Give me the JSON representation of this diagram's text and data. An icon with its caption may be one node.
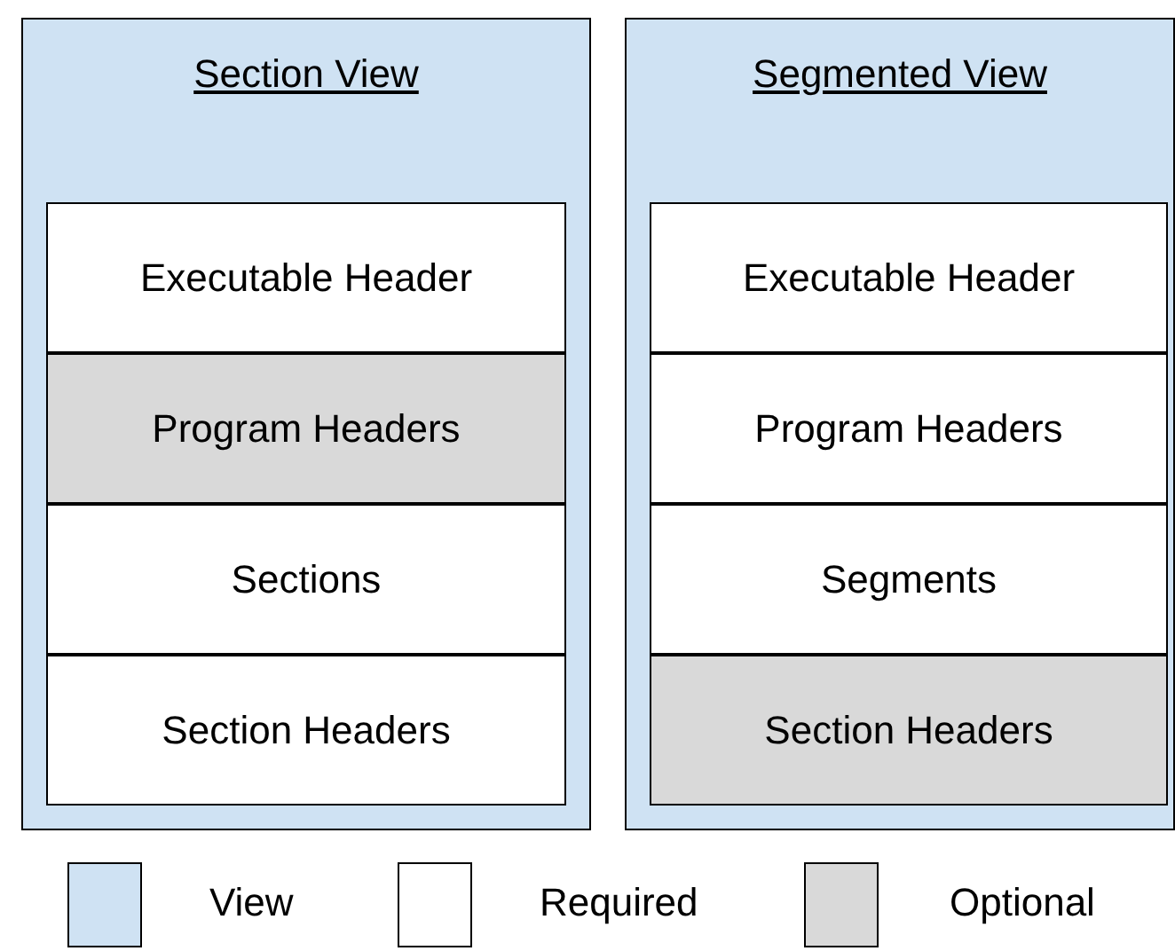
{
  "diagram": {
    "nodes": [
      {
        "text": [
          "Section View"
        ]
      },
      {
        "text": [
          "Executable Header"
        ],
        "in": 0
      },
      {
        "text": [
          "Program Headers"
        ],
        "in": 0
      },
      {
        "text": [
          "Sections"
        ],
        "in": 0
      },
      {
        "text": [
          "Section Headers"
        ],
        "in": 0
      },
      {
        "text": [
          "Segmented View"
        ]
      },
      {
        "text": [
          "Executable Header"
        ],
        "in": 5
      },
      {
        "text": [
          "Program Headers"
        ],
        "in": 5
      },
      {
        "text": [
          "Segments"
        ],
        "in": 5
      },
      {
        "text": [
          "Section Headers"
        ],
        "in": 5
      }
    ],
    "legend": [
      {
        "text": "View",
        "color": "#cfe2f3"
      },
      {
        "text": "Required",
        "color": "#ffffff"
      },
      {
        "text": "Optional",
        "color": "#d9d9d9"
      }
    ]
  }
}
